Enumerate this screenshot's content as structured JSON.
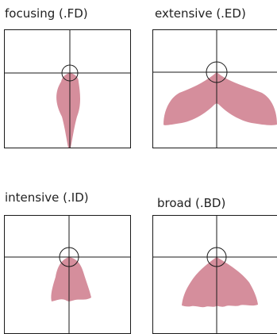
{
  "colors": {
    "fill": "#d58e9c",
    "line": "#1a1a1a",
    "text": "#222222"
  },
  "panels": [
    {
      "label": "focusing (.FD)"
    },
    {
      "label": "extensive (.ED)"
    },
    {
      "label": "intensive (.ID)"
    },
    {
      "label": "broad (.BD)"
    }
  ]
}
